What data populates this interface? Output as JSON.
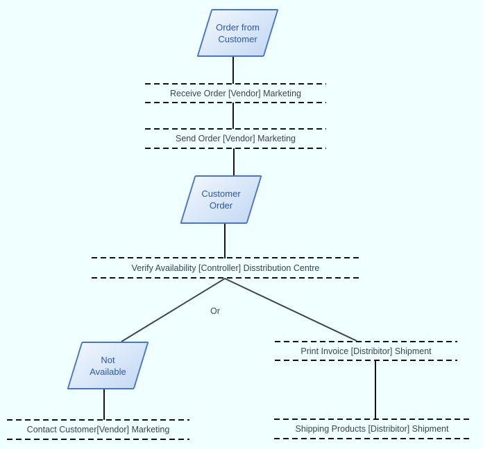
{
  "diagram": {
    "type": "EPC order-processing flowchart",
    "background_color": "#f0ffff",
    "palette": {
      "event_border": "#4575c8",
      "event_fill_light": "#eff5fd",
      "event_fill_dark": "#c7dbf4",
      "event_text": "#2a57a8",
      "task_text": "#3a4150",
      "dash_color": "#0d0f12",
      "straight_line_color": "#141414",
      "branch_line_color": "#3c4456"
    },
    "events": [
      {
        "line1": "Order from",
        "line2": "Customer"
      },
      {
        "line1": "Customer",
        "line2": "Order"
      },
      {
        "line1": "Not",
        "line2": "Available"
      }
    ],
    "tasks": [
      {
        "label": "Receive Order [Vendor] Marketing"
      },
      {
        "label": "Send Order [Vendor] Marketing"
      },
      {
        "label": "Verify Availability [Controller] Disstribution Centre"
      },
      {
        "label": "Print Invoice [Distribitor] Shipment"
      },
      {
        "label": "Contact Customer[Vendor] Marketing"
      },
      {
        "label": "Shipping Products [Distribitor] Shipment"
      }
    ],
    "operator": {
      "label": "Or"
    }
  }
}
